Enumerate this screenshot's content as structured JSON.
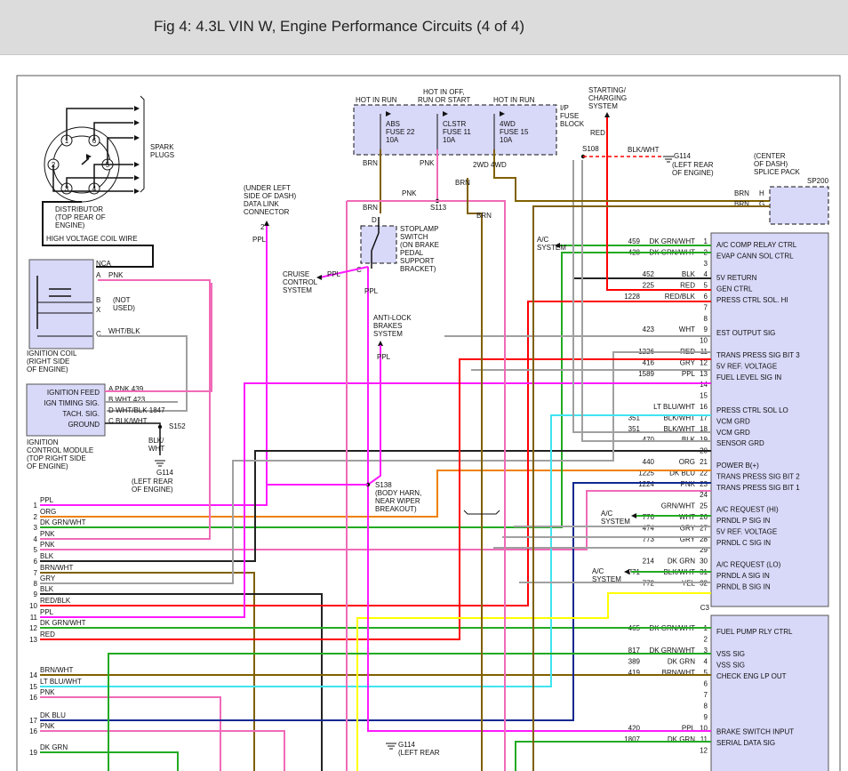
{
  "header": {
    "title": "Fig 4: 4.3L VIN W, Engine Performance Circuits (4 of 4)"
  },
  "colors": {
    "pnk": "#f06ab8",
    "ppl": "#ff1aff",
    "red": "#ff0000",
    "grn": "#22aa22",
    "brn": "#806000",
    "gry": "#a0a0a0",
    "blk": "#222222",
    "ltblu": "#3fe4f0",
    "dkblu": "#102890",
    "orange": "#f08000",
    "yel": "#ffff00",
    "box": "#d8d8f8"
  },
  "distributor": {
    "label": [
      "DISTRIBUTOR",
      "(TOP REAR OF",
      "ENGINE)"
    ],
    "spark_plugs": [
      "SPARK",
      "PLUGS"
    ],
    "terminals": [
      "1",
      "2",
      "3",
      "4",
      "5",
      "6"
    ],
    "hv_wire": "HIGH VOLTAGE COIL WIRE"
  },
  "coil": {
    "nca": "NCA",
    "pins": [
      "A",
      "B",
      "X",
      "C"
    ],
    "pnk": "PNK",
    "not_used": [
      "(NOT",
      "USED)"
    ],
    "wht_blk": "WHT/BLK",
    "label": [
      "IGNITION COIL",
      "(RIGHT SIDE",
      "OF ENGINE)"
    ]
  },
  "icm": {
    "rows": [
      {
        "name": "IGNITION FEED",
        "pin": "A",
        "wire": "PNK",
        "ckt": "439"
      },
      {
        "name": "IGN TIMING SIG.",
        "pin": "B",
        "wire": "WHT",
        "ckt": "423"
      },
      {
        "name": "TACH. SIG.",
        "pin": "D",
        "wire": "WHT/BLK",
        "ckt": "1847"
      },
      {
        "name": "GROUND",
        "pin": "C",
        "wire": "BLK/WHT",
        "ckt": ""
      }
    ],
    "label": [
      "IGNITION",
      "CONTROL MODULE",
      "(TOP RIGHT SIDE",
      "OF ENGINE)"
    ],
    "splice": "S152",
    "gnd_wire": [
      "BLK/",
      "WHT"
    ],
    "gnd": "G114",
    "gnd_loc": [
      "(LEFT REAR",
      "OF ENGINE)"
    ]
  },
  "dlc": {
    "label": [
      "(UNDER LEFT",
      "SIDE OF DASH)",
      "DATA LINK",
      "CONNECTOR"
    ],
    "pin": "2",
    "wire": "PPL"
  },
  "fuse_block": {
    "hot_labels": [
      "HOT IN RUN",
      "HOT IN OFF,",
      "RUN OR START",
      "HOT IN RUN"
    ],
    "fuses": [
      [
        "ABS",
        "FUSE 22",
        "10A"
      ],
      [
        "CLSTR",
        "FUSE 11",
        "10A"
      ],
      [
        "4WD",
        "FUSE 15",
        "10A"
      ]
    ],
    "label": [
      "I/P",
      "FUSE",
      "BLOCK"
    ],
    "brn": "BRN",
    "pnk": "PNK",
    "drive": [
      "2WD",
      "4WD"
    ],
    "s113": "S113"
  },
  "stoplamp": {
    "label": [
      "STOPLAMP",
      "SWITCH",
      "(ON BRAKE",
      "PEDAL",
      "SUPPORT",
      "BRACKET)"
    ],
    "pins": [
      "D",
      "C"
    ],
    "ppl": "PPL",
    "cruise": [
      "CRUISE",
      "CONTROL",
      "SYSTEM"
    ]
  },
  "abs": {
    "label": [
      "ANTI-LOCK",
      "BRAKES",
      "SYSTEM"
    ],
    "wire": "PPL"
  },
  "charging": {
    "label": [
      "STARTING/",
      "CHARGING",
      "SYSTEM"
    ],
    "wire": "RED",
    "s108": "S108",
    "blk_wht": "BLK/WHT",
    "g114": "G114",
    "g114_loc": [
      "(LEFT REAR",
      "OF ENGINE)"
    ]
  },
  "sp200": {
    "label": [
      "(CENTER",
      "OF DASH)",
      "SPLICE PACK",
      "SP200"
    ],
    "pins": [
      {
        "wire": "BRN",
        "pin": "H"
      },
      {
        "wire": "BRN",
        "pin": "G"
      }
    ]
  },
  "s138": {
    "label": [
      "S138",
      "(BODY HARN,",
      "NEAR WIPER",
      "BREAKOUT)"
    ]
  },
  "g114b": {
    "label": [
      "G114",
      "(LEFT REAR"
    ]
  },
  "pcm_top": [
    {
      "ckt": "459",
      "wire": "DK GRN/WHT",
      "pin": "1",
      "func": "A/C COMP RELAY CTRL"
    },
    {
      "ckt": "428",
      "wire": "DK GRN/WHT",
      "pin": "2",
      "func": "EVAP CANN SOL CTRL"
    },
    {
      "ckt": "",
      "wire": "",
      "pin": "3",
      "func": ""
    },
    {
      "ckt": "452",
      "wire": "BLK",
      "pin": "4",
      "func": "5V RETURN"
    },
    {
      "ckt": "225",
      "wire": "RED",
      "pin": "5",
      "func": "GEN CTRL"
    },
    {
      "ckt": "1228",
      "wire": "RED/BLK",
      "pin": "6",
      "func": "PRESS CTRL SOL. HI"
    },
    {
      "ckt": "",
      "wire": "",
      "pin": "7",
      "func": ""
    },
    {
      "ckt": "",
      "wire": "",
      "pin": "8",
      "func": ""
    },
    {
      "ckt": "423",
      "wire": "WHT",
      "pin": "9",
      "func": "EST OUTPUT SIG"
    },
    {
      "ckt": "",
      "wire": "",
      "pin": "10",
      "func": ""
    },
    {
      "ckt": "1226",
      "wire": "RED",
      "pin": "11",
      "func": "TRANS PRESS SIG BIT 3"
    },
    {
      "ckt": "416",
      "wire": "GRY",
      "pin": "12",
      "func": "5V REF. VOLTAGE"
    },
    {
      "ckt": "1589",
      "wire": "PPL",
      "pin": "13",
      "func": "FUEL LEVEL SIG IN"
    },
    {
      "ckt": "",
      "wire": "",
      "pin": "14",
      "func": ""
    },
    {
      "ckt": "",
      "wire": "",
      "pin": "15",
      "func": ""
    },
    {
      "ckt": "",
      "wire": "LT BLU/WHT",
      "pin": "16",
      "func": "PRESS CTRL SOL LO"
    },
    {
      "ckt": "351",
      "wire": "BLK/WHT",
      "pin": "17",
      "func": "VCM GRD"
    },
    {
      "ckt": "351",
      "wire": "BLK/WHT",
      "pin": "18",
      "func": "VCM GRD"
    },
    {
      "ckt": "470",
      "wire": "BLK",
      "pin": "19",
      "func": "SENSOR GRD"
    },
    {
      "ckt": "",
      "wire": "",
      "pin": "20",
      "func": ""
    },
    {
      "ckt": "440",
      "wire": "ORG",
      "pin": "21",
      "func": "POWER B(+)"
    },
    {
      "ckt": "1225",
      "wire": "DK BLU",
      "pin": "22",
      "func": "TRANS PRESS SIG BIT 2"
    },
    {
      "ckt": "1224",
      "wire": "PNK",
      "pin": "23",
      "func": "TRANS PRESS SIG BIT 1"
    },
    {
      "ckt": "",
      "wire": "",
      "pin": "24",
      "func": ""
    },
    {
      "ckt": "",
      "wire": "GRN/WHT",
      "pin": "25",
      "func": "A/C REQUEST (HI)"
    },
    {
      "ckt": "776",
      "wire": "WHT",
      "pin": "26",
      "func": "PRNDL P SIG IN"
    },
    {
      "ckt": "474",
      "wire": "GRY",
      "pin": "27",
      "func": "5V REF. VOLTAGE"
    },
    {
      "ckt": "773",
      "wire": "GRY",
      "pin": "28",
      "func": "PRNDL C SIG IN"
    },
    {
      "ckt": "",
      "wire": "",
      "pin": "29",
      "func": ""
    },
    {
      "ckt": "214",
      "wire": "DK GRN",
      "pin": "30",
      "func": "A/C REQUEST (LO)"
    },
    {
      "ckt": "771",
      "wire": "BLK/WHT",
      "pin": "31",
      "func": "PRNDL A SIG IN"
    },
    {
      "ckt": "772",
      "wire": "YEL",
      "pin": "32",
      "func": "PRNDL B SIG IN"
    }
  ],
  "c3": "C3",
  "pcm_bot": [
    {
      "ckt": "465",
      "wire": "DK GRN/WHT",
      "pin": "1",
      "func": "FUEL PUMP RLY CTRL"
    },
    {
      "ckt": "",
      "wire": "",
      "pin": "2",
      "func": ""
    },
    {
      "ckt": "817",
      "wire": "DK GRN/WHT",
      "pin": "3",
      "func": "VSS SIG"
    },
    {
      "ckt": "389",
      "wire": "DK GRN",
      "pin": "4",
      "func": "VSS SIG"
    },
    {
      "ckt": "419",
      "wire": "BRN/WHT",
      "pin": "5",
      "func": "CHECK ENG LP OUT"
    },
    {
      "ckt": "",
      "wire": "",
      "pin": "6",
      "func": ""
    },
    {
      "ckt": "",
      "wire": "",
      "pin": "7",
      "func": ""
    },
    {
      "ckt": "",
      "wire": "",
      "pin": "8",
      "func": ""
    },
    {
      "ckt": "",
      "wire": "",
      "pin": "9",
      "func": ""
    },
    {
      "ckt": "420",
      "wire": "PPL",
      "pin": "10",
      "func": "BRAKE SWITCH INPUT"
    },
    {
      "ckt": "1807",
      "wire": "DK GRN",
      "pin": "11",
      "func": "SERIAL DATA SIG"
    },
    {
      "ckt": "",
      "wire": "",
      "pin": "12",
      "func": ""
    }
  ],
  "ac_system": [
    "A/C",
    "SYSTEM"
  ],
  "left_wires": [
    {
      "num": "1",
      "wire": "PPL"
    },
    {
      "num": "2",
      "wire": "ORG"
    },
    {
      "num": "3",
      "wire": "DK GRN/WHT"
    },
    {
      "num": "4",
      "wire": "PNK"
    },
    {
      "num": "5",
      "wire": "PNK"
    },
    {
      "num": "6",
      "wire": "BLK"
    },
    {
      "num": "7",
      "wire": "BRN/WHT"
    },
    {
      "num": "8",
      "wire": "GRY"
    },
    {
      "num": "9",
      "wire": "BLK"
    },
    {
      "num": "10",
      "wire": "RED/BLK"
    },
    {
      "num": "11",
      "wire": "PPL"
    },
    {
      "num": "12",
      "wire": "DK GRN/WHT"
    },
    {
      "num": "13",
      "wire": "RED"
    },
    {
      "num": "14",
      "wire": "BRN/WHT"
    },
    {
      "num": "15",
      "wire": "LT BLU/WHT"
    },
    {
      "num": "16",
      "wire": "PNK"
    },
    {
      "num": "17",
      "wire": "DK BLU"
    },
    {
      "num": "16",
      "wire": "PNK"
    },
    {
      "num": "19",
      "wire": "DK GRN"
    }
  ]
}
